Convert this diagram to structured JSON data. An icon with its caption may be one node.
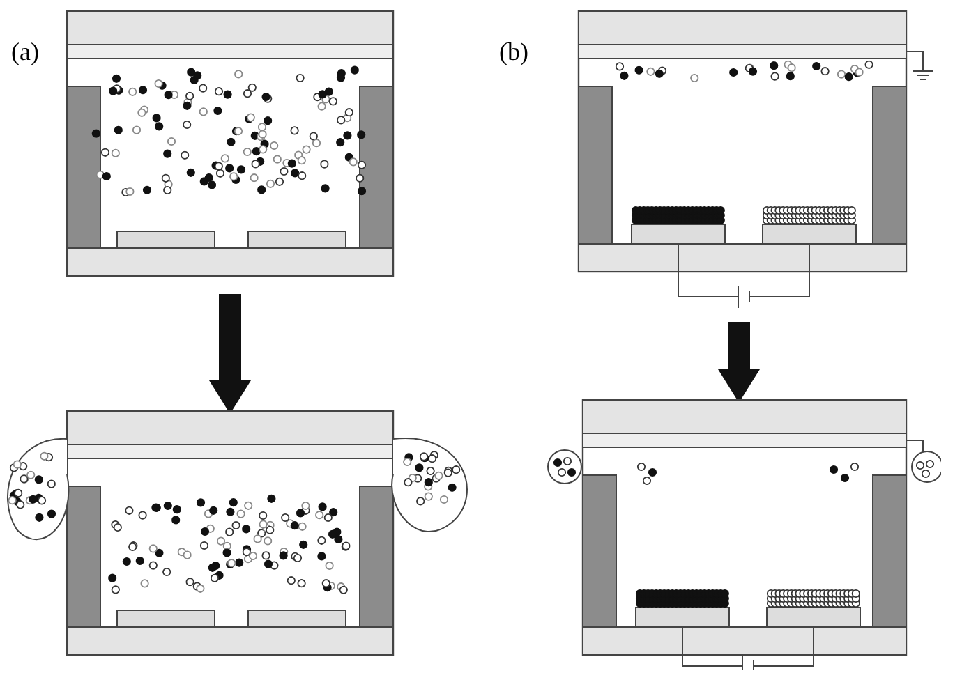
{
  "diagram": {
    "nodes": [
      {
        "text": [],
        "shape": "picture"
      },
      {
        "text": [],
        "shape": "picture"
      },
      {
        "text": [],
        "shape": "picture"
      },
      {
        "text": [],
        "shape": "picture"
      }
    ],
    "edges": [
      {
        "from": 0,
        "to": 2,
        "arrow": "to"
      },
      {
        "from": 1,
        "to": 3,
        "arrow": "to"
      }
    ],
    "labels": [
      "(a)",
      "(b)"
    ]
  }
}
